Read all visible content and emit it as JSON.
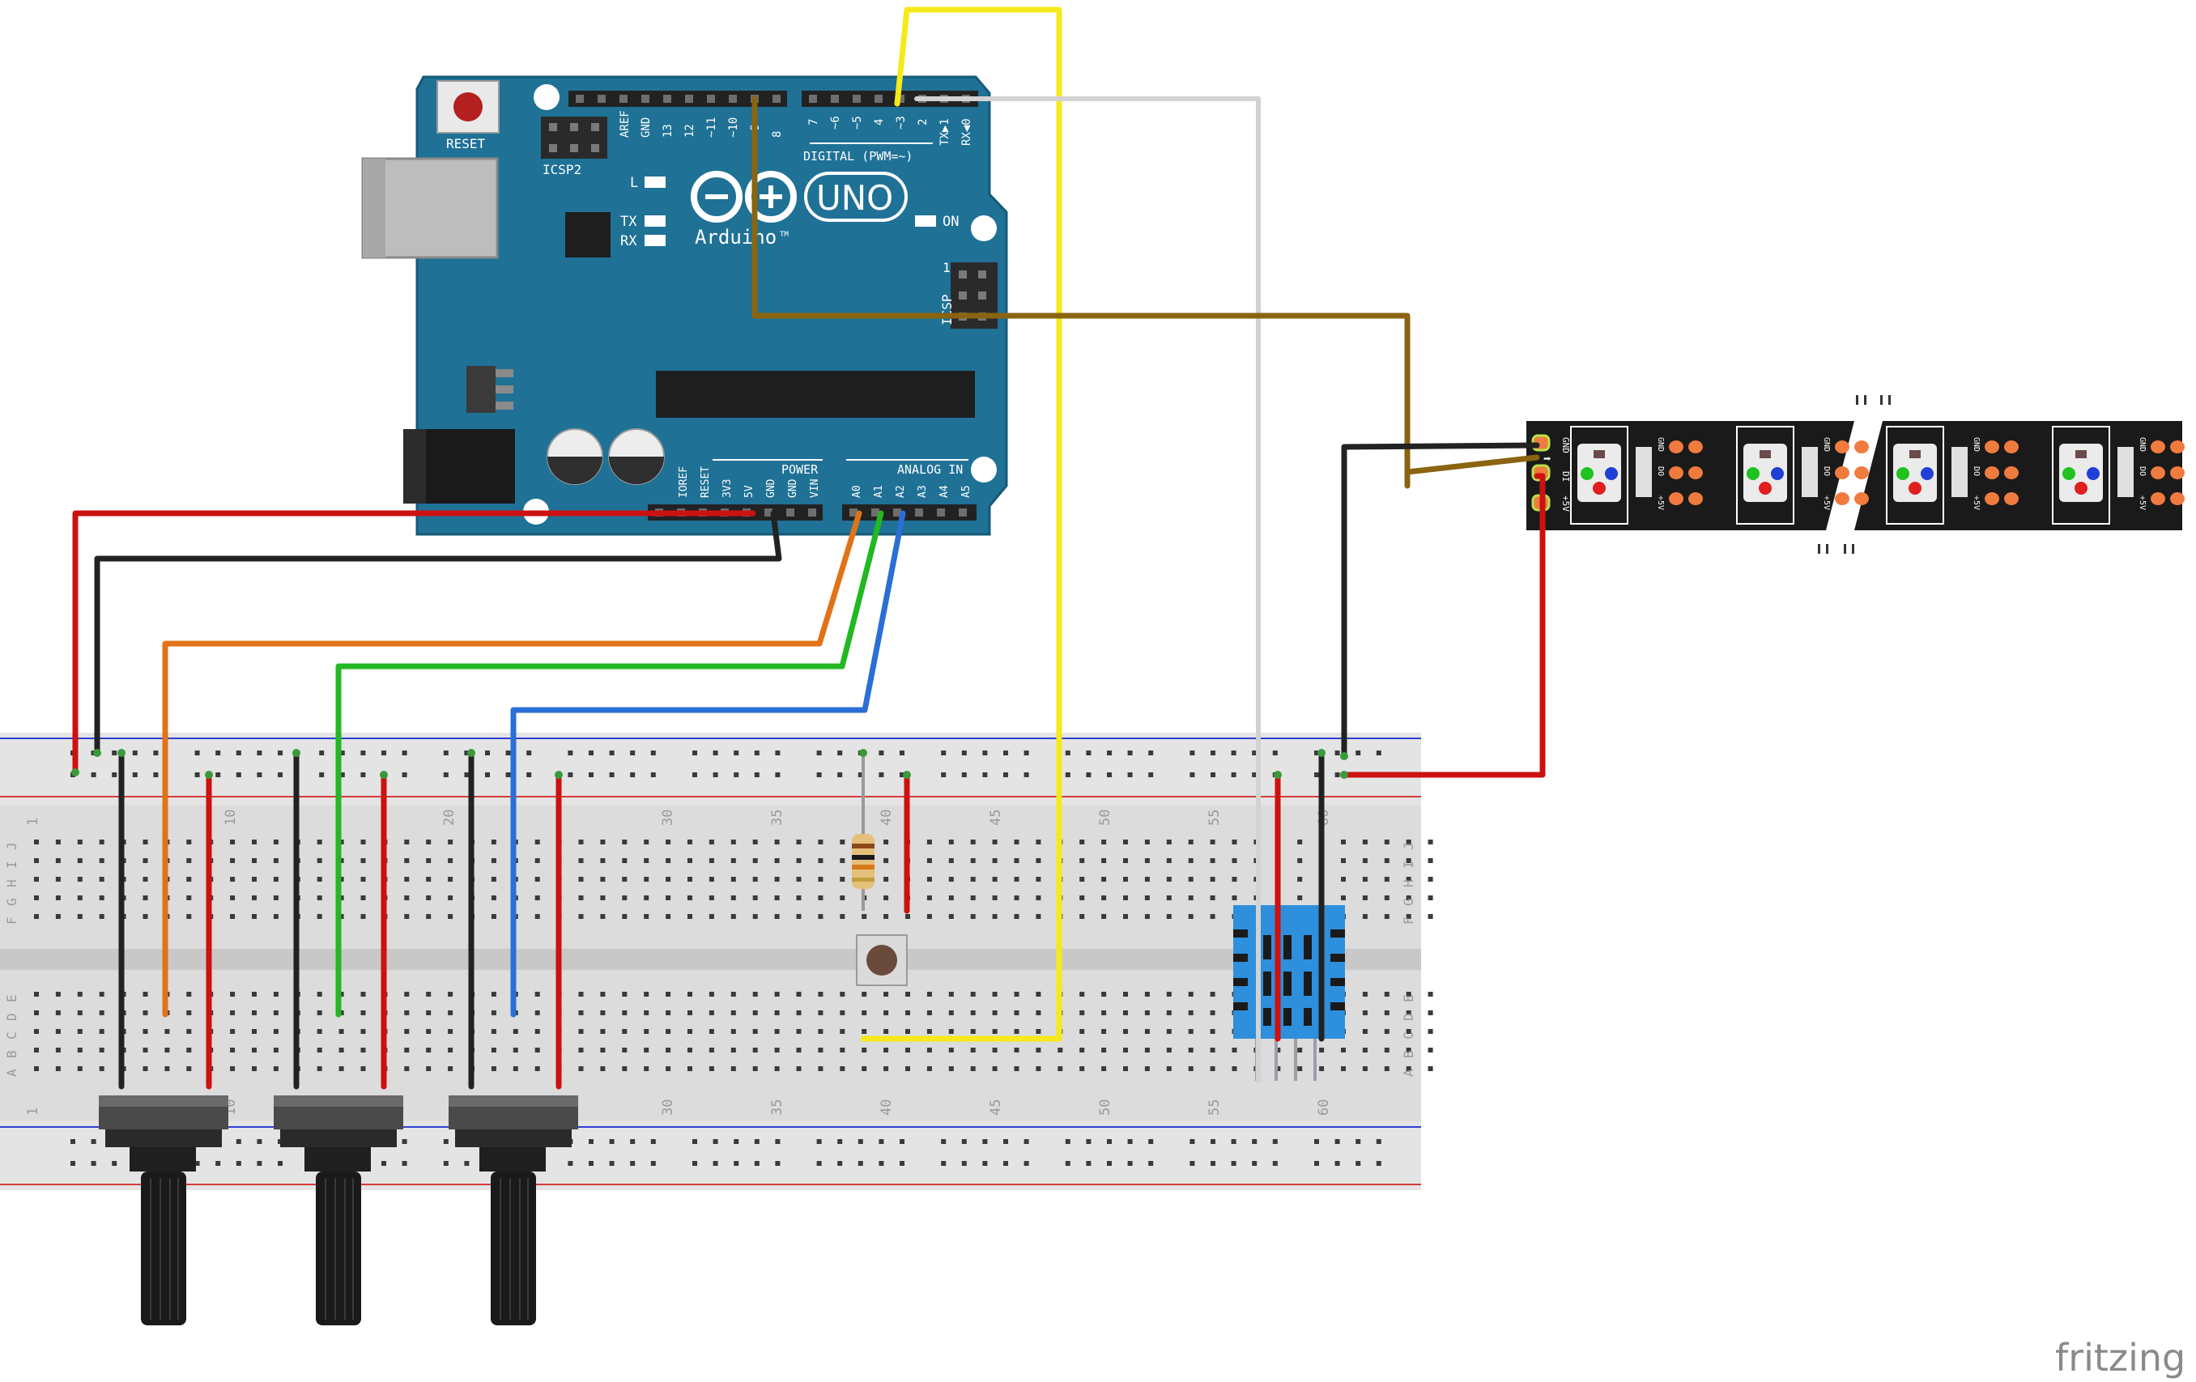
{
  "watermark": "fritzing",
  "arduino": {
    "reset_label": "RESET",
    "icsp2_label": "ICSP2",
    "icsp_label": "ICSP",
    "icsp_pin1": "1",
    "l_label": "L",
    "tx_label": "TX",
    "rx_label": "RX",
    "on_label": "ON",
    "uno_label": "UNO",
    "brand_label": "Arduino",
    "tm_label": "TM",
    "digital_label": "DIGITAL (PWM=~)",
    "power_label": "POWER",
    "analog_label": "ANALOG IN",
    "digital_pins_left": [
      "AREF",
      "GND",
      "13",
      "12",
      "~11",
      "~10",
      "~9",
      "8"
    ],
    "digital_pins_right": [
      "7",
      "~6",
      "~5",
      "4",
      "~3",
      "2",
      "TX▶1",
      "RX◀0"
    ],
    "power_pins": [
      "IOREF",
      "RESET",
      "3V3",
      "5V",
      "GND",
      "GND",
      "VIN"
    ],
    "analog_pins": [
      "A0",
      "A1",
      "A2",
      "A3",
      "A4",
      "A5"
    ]
  },
  "breadboard": {
    "column_numbers_top": [
      "1",
      "10",
      "20",
      "30",
      "35",
      "40",
      "45",
      "50",
      "55",
      "60"
    ],
    "column_numbers_bottom": [
      "1",
      "10",
      "30",
      "35",
      "40",
      "45",
      "50",
      "55",
      "60"
    ],
    "row_letters_top": [
      "J",
      "I",
      "H",
      "G",
      "F"
    ],
    "row_letters_bottom": [
      "E",
      "D",
      "C",
      "B",
      "A"
    ]
  },
  "led_strip": {
    "pin_labels": [
      "GND",
      "DI",
      "+5V"
    ],
    "segment_labels": [
      "GND",
      "DO",
      "+5V"
    ]
  },
  "colors": {
    "arduino_blue": "#1f7196",
    "breadboard": "#d9d9d9",
    "wire_red": "#cc1111",
    "wire_black": "#222222",
    "wire_orange": "#e07318",
    "wire_green": "#22b822",
    "wire_blue": "#2b6fd6",
    "wire_yellow": "#f5ea1a",
    "wire_brown": "#8a6410",
    "wire_white": "#cfcfcf",
    "dht_blue": "#2e8fdc",
    "strip_black": "#1a1a1a"
  }
}
